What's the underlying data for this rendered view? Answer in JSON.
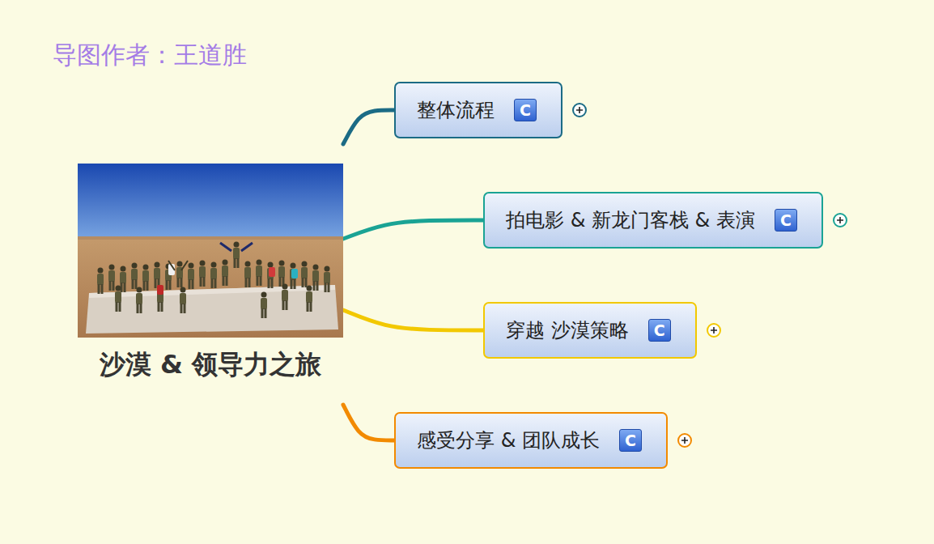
{
  "diagram": {
    "nodes": [
      {
        "text": [
          "沙漠 & 领导力之旅"
        ]
      },
      {
        "text": [
          "整体流程",
          "C"
        ]
      },
      {
        "text": [
          "拍电影 & 新龙门客栈 & 表演",
          "C"
        ]
      },
      {
        "text": [
          "穿越 沙漠策略",
          "C"
        ]
      },
      {
        "text": [
          "感受分享 & 团队成长",
          "C"
        ]
      }
    ],
    "edges": [
      {
        "from": 0,
        "to": 1,
        "arrow": "none"
      },
      {
        "from": 0,
        "to": 2,
        "arrow": "none"
      },
      {
        "from": 0,
        "to": 3,
        "arrow": "none"
      },
      {
        "from": 0,
        "to": 4,
        "arrow": "none"
      }
    ],
    "labels": [
      "导图作者：王道胜"
    ]
  }
}
